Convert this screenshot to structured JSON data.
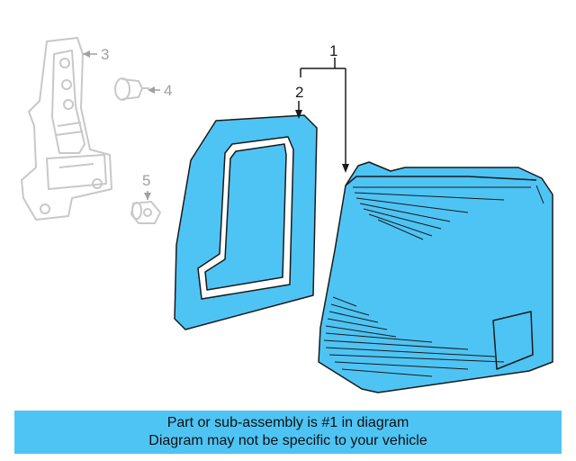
{
  "callouts": {
    "part1": "1",
    "part2": "2",
    "part3": "3",
    "part4": "4",
    "part5": "5"
  },
  "caption": {
    "line1": "Part or sub-assembly is #1 in diagram",
    "line2": "Diagram may not be specific to your vehicle"
  },
  "colors": {
    "highlight": "#4ec4f4",
    "outline": "#1a1a1a",
    "ghost": "#c8c8c8",
    "ghost_text": "#a0a0a0"
  }
}
